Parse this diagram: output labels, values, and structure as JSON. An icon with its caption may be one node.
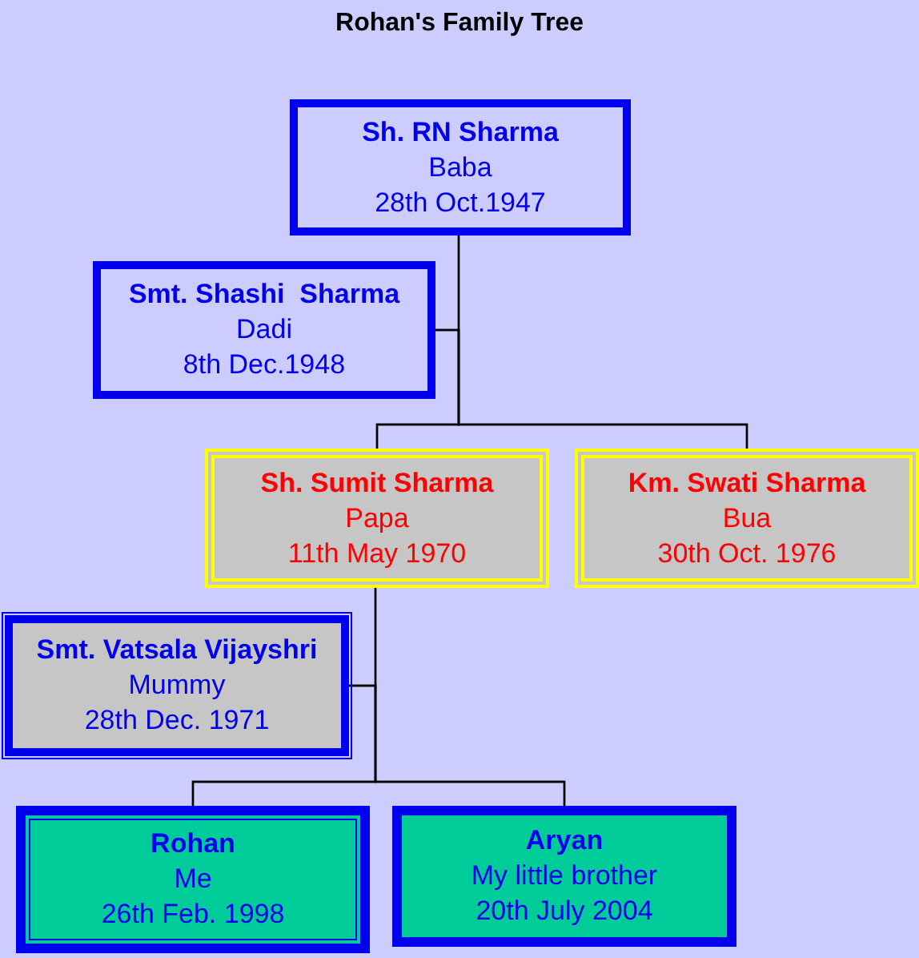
{
  "diagram": {
    "title": "Rohan's Family Tree",
    "nodes": [
      {
        "text": [
          "Sh. RN Sharma",
          "Baba",
          "28th Oct.1947"
        ]
      },
      {
        "text": [
          "Smt. Shashi  Sharma",
          "Dadi",
          "8th Dec.1948"
        ]
      },
      {
        "text": [
          "Sh. Sumit Sharma",
          "Papa",
          "11th May 1970"
        ]
      },
      {
        "text": [
          "Km. Swati Sharma",
          "Bua",
          "30th Oct. 1976"
        ]
      },
      {
        "text": [
          "Smt. Vatsala Vijayshri",
          "Mummy",
          "28th Dec. 1971"
        ]
      },
      {
        "text": [
          "Rohan",
          "Me",
          "26th Feb. 1998"
        ]
      },
      {
        "text": [
          "Aryan",
          "My little brother",
          "20th July 2004"
        ]
      }
    ],
    "edges": [
      {
        "from": 0,
        "to": 2,
        "arrow": "none"
      },
      {
        "from": 0,
        "to": 3,
        "arrow": "none"
      },
      {
        "from": 1,
        "to": 2,
        "arrow": "none"
      },
      {
        "from": 1,
        "to": 3,
        "arrow": "none"
      },
      {
        "from": 2,
        "to": 5,
        "arrow": "none"
      },
      {
        "from": 2,
        "to": 6,
        "arrow": "none"
      },
      {
        "from": 4,
        "to": 5,
        "arrow": "none"
      },
      {
        "from": 4,
        "to": 6,
        "arrow": "none"
      }
    ]
  }
}
